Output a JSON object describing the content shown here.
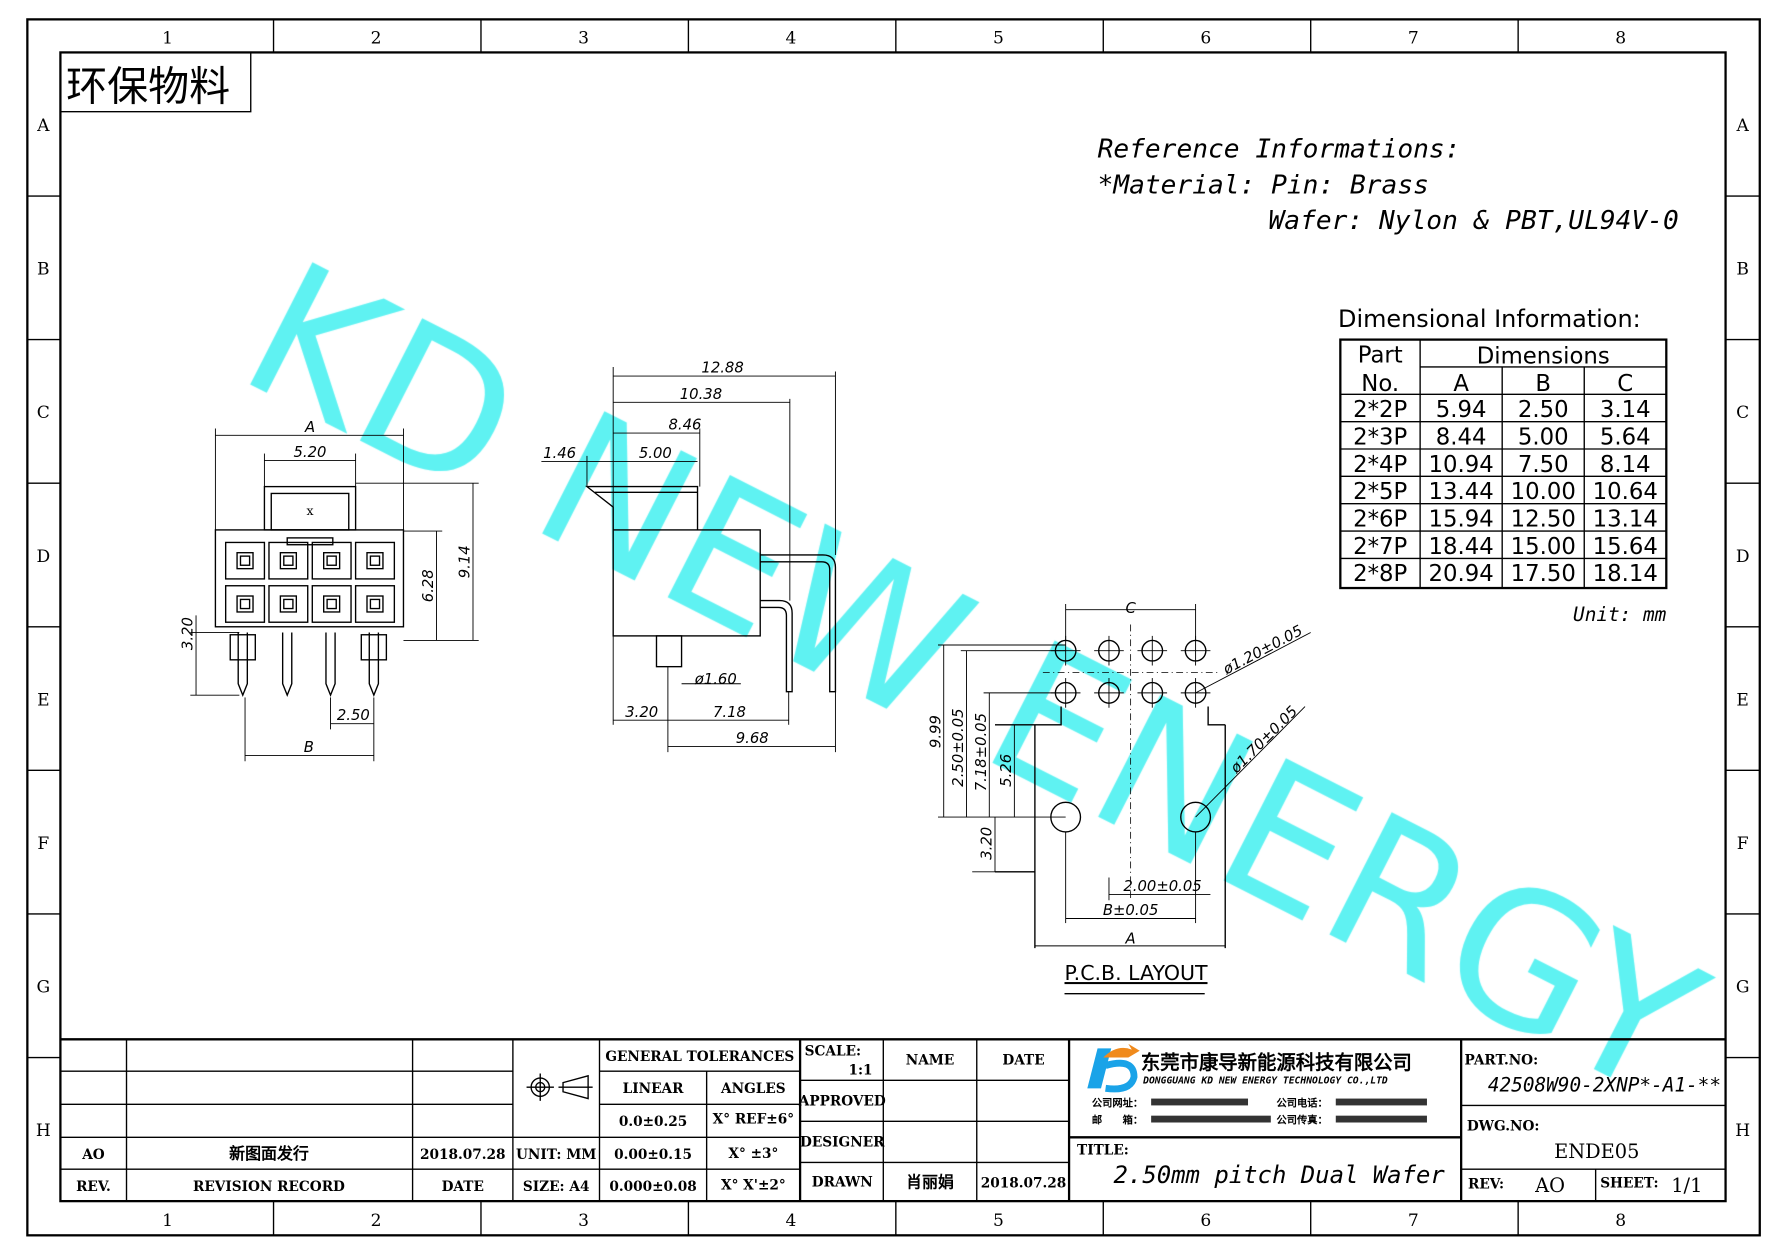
{
  "frame": {
    "columns": [
      "1",
      "2",
      "3",
      "4",
      "5",
      "6",
      "7",
      "8"
    ],
    "rows": [
      "A",
      "B",
      "C",
      "D",
      "E",
      "F",
      "G",
      "H"
    ]
  },
  "stamp": "环保物料",
  "watermark": "KD NEW ENERGY",
  "reference": {
    "line1": "Reference Informations:",
    "line2": "*Material: Pin: Brass",
    "line3": "Wafer: Nylon & PBT,UL94V-0"
  },
  "dim_table": {
    "title": "Dimensional Information:",
    "part_header": [
      "Part",
      "No."
    ],
    "dims_header": "Dimensions",
    "columns": [
      "A",
      "B",
      "C"
    ],
    "rows": [
      [
        "2*2P",
        "5.94",
        "2.50",
        "3.14"
      ],
      [
        "2*3P",
        "8.44",
        "5.00",
        "5.64"
      ],
      [
        "2*4P",
        "10.94",
        "7.50",
        "8.14"
      ],
      [
        "2*5P",
        "13.44",
        "10.00",
        "10.64"
      ],
      [
        "2*6P",
        "15.94",
        "12.50",
        "13.14"
      ],
      [
        "2*7P",
        "18.44",
        "15.00",
        "15.64"
      ],
      [
        "2*8P",
        "20.94",
        "17.50",
        "18.14"
      ]
    ],
    "unit": "Unit: mm"
  },
  "front_view": {
    "a": "A",
    "w520": "5.20",
    "h914": "9.14",
    "h628": "6.28",
    "h320": "3.20",
    "p250": "2.50",
    "b": "B",
    "mark": "x"
  },
  "side_view": {
    "d1288": "12.88",
    "d1038": "10.38",
    "d846": "8.46",
    "d500": "5.00",
    "d146": "1.46",
    "phi160": "ø1.60",
    "d320": "3.20",
    "d718": "7.18",
    "d968": "9.68"
  },
  "pcb": {
    "c": "C",
    "phi120": "ø1.20±0.05",
    "phi170": "ø1.70±0.05",
    "v999": "9.99",
    "v250": "2.50±0.05",
    "v718": "7.18±0.05",
    "v526": "5.26",
    "v320": "3.20",
    "h200": "2.00±0.05",
    "hb": "B±0.05",
    "ha": "A",
    "label": "P.C.B. LAYOUT"
  },
  "title_block": {
    "rev_row": {
      "rev": "AO",
      "record": "新图面发行",
      "date": "2018.07.28"
    },
    "header_row": {
      "rev": "REV.",
      "record": "REVISION RECORD",
      "date": "DATE"
    },
    "unit": "UNIT: MM",
    "size": "SIZE: A4",
    "general_tolerances": "GENERAL TOLERANCES",
    "linear": "LINEAR",
    "angles": "ANGLES",
    "tol_linear": [
      "0.0±0.25",
      "0.00±0.15",
      "0.000±0.08"
    ],
    "tol_angles": [
      "X° REF±6°",
      "X° ±3°",
      "X° X'±2°"
    ],
    "scale_label": "SCALE:",
    "scale": "1:1",
    "name": "NAME",
    "date": "DATE",
    "approved": "APPROVED",
    "designer": "DESIGNER",
    "drawn": "DRAWN",
    "drawn_name": "肖丽娟",
    "drawn_date": "2018.07.28",
    "company_cn": "东莞市康导新能源科技有限公司",
    "company_en": "DONGGUANG KD NEW ENERGY TECHNOLOGY CO.,LTD",
    "contact_labels": [
      "公司网址：",
      "公司电话：",
      "邮　　箱：",
      "公司传真："
    ],
    "title_label": "TITLE:",
    "title": "2.50mm pitch Dual Wafer",
    "part_no_label": "PART.NO:",
    "part_no": "42508W90-2XNP*-A1-**",
    "dwg_no_label": "DWG.NO:",
    "dwg_no": "ENDE05",
    "rev_label": "REV:",
    "rev": "AO",
    "sheet_label": "SHEET:",
    "sheet": "1/1"
  },
  "colors": {
    "watermark": "#5ff2f2",
    "logo_blue": "#1aa3e8",
    "logo_orange": "#f08a1c"
  }
}
